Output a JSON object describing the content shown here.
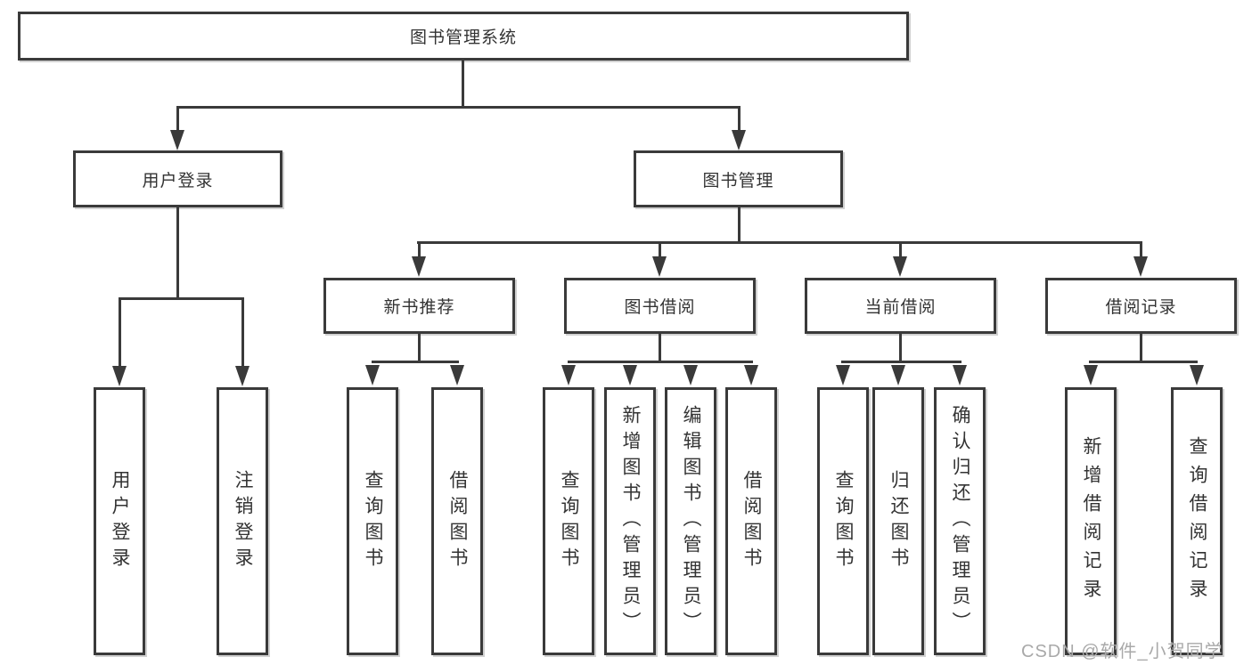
{
  "colors": {
    "line": "#3a3a3a",
    "text": "#333333",
    "background": "#ffffff",
    "watermark": "#a9a9a9"
  },
  "diagram": {
    "root": "图书管理系统",
    "level1": {
      "user": "用户登录",
      "book": "图书管理"
    },
    "level2": {
      "recommend": "新书推荐",
      "borrow": "图书借阅",
      "current": "当前借阅",
      "records": "借阅记录"
    },
    "leaves": {
      "user": [
        "用户登录",
        "注销登录"
      ],
      "recommend": [
        "查询图书",
        "借阅图书"
      ],
      "borrow": [
        "查询图书",
        "新增图书（管理员）",
        "编辑图书（管理员）",
        "借阅图书"
      ],
      "current": [
        "查询图书",
        "归还图书",
        "确认归还（管理员）"
      ],
      "records": [
        "新增借阅记录",
        "查询借阅记录"
      ]
    }
  },
  "watermark": {
    "text": "CSDN @软件_小贺同学"
  }
}
